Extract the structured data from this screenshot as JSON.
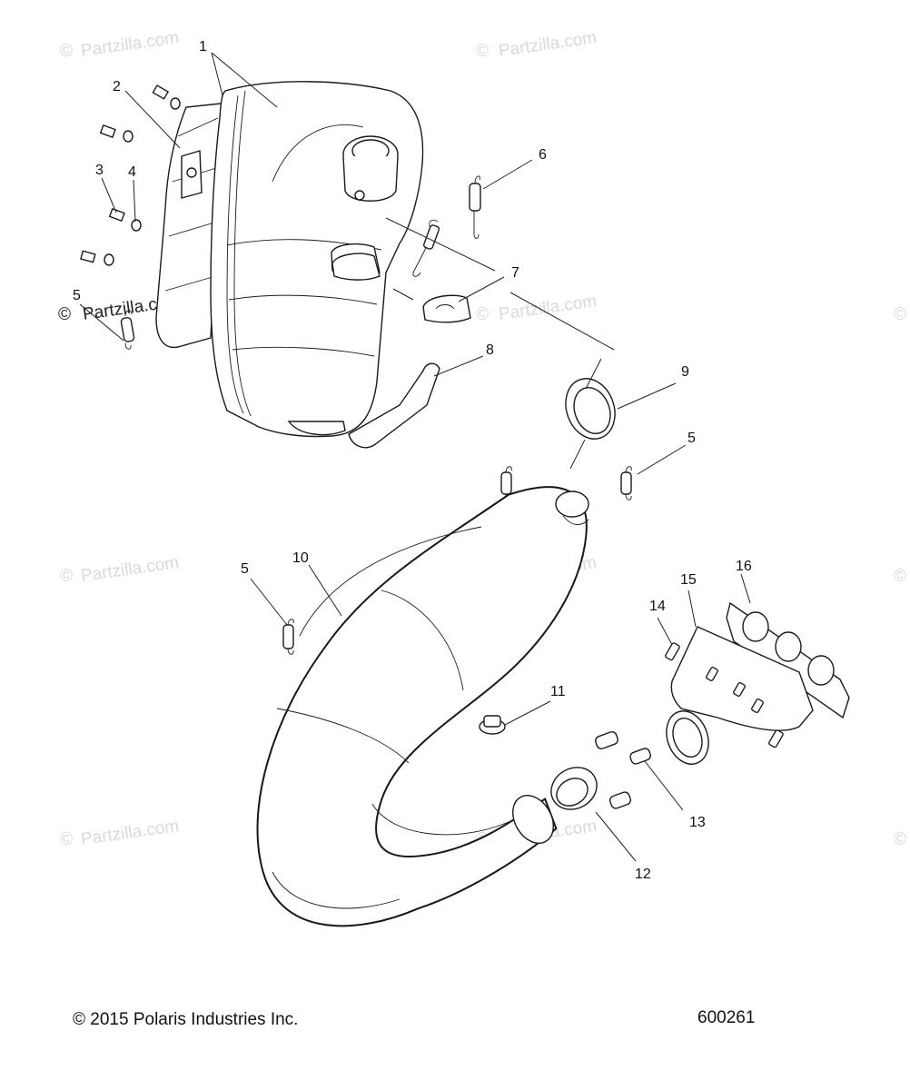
{
  "callouts": [
    "1",
    "2",
    "3",
    "4",
    "5",
    "6",
    "7",
    "8",
    "9",
    "5",
    "5",
    "10",
    "11",
    "12",
    "13",
    "14",
    "15",
    "16"
  ],
  "watermark": "Partzilla.com",
  "watermark_symbol": "©",
  "footer": {
    "copyright": "© 2015 Polaris Industries Inc.",
    "diagram_number": "600261"
  }
}
